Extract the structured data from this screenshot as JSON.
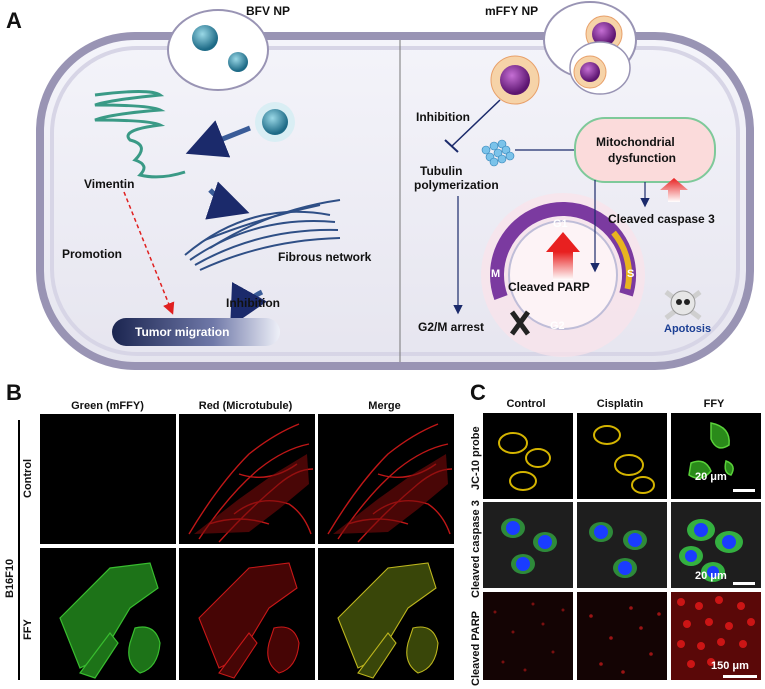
{
  "panel_a": {
    "letter": "A",
    "left_title": "BFV NP",
    "right_title": "mFFY NP",
    "vimentin": "Vimentin",
    "promotion": "Promotion",
    "fibrous_network": "Fibrous network",
    "inhibition_left": "Inhibition",
    "tumor_migration": "Tumor migration",
    "inhibition_right": "Inhibition",
    "tubulin_line1": "Tubulin",
    "tubulin_line2": "polymerization",
    "mito_line1": "Mitochondrial",
    "mito_line2": "dysfunction",
    "cleaved_caspase": "Cleaved caspase 3",
    "cleaved_parp": "Cleaved PARP",
    "g1": "G1",
    "g2": "G2",
    "m": "M",
    "s": "S",
    "g2m_arrest": "G2/M arrest",
    "apotosis": "Apotosis"
  },
  "panel_b": {
    "letter": "B",
    "columns": [
      "Green (mFFY)",
      "Red (Microtubule)",
      "Merge"
    ],
    "cell_line": "B16F10",
    "rows": [
      "Control",
      "FFY"
    ]
  },
  "panel_c": {
    "letter": "C",
    "columns": [
      "Control",
      "Cisplatin",
      "FFY"
    ],
    "rows": [
      "JC-10 probe",
      "Cleaved caspase 3",
      "Cleaved PARP"
    ],
    "scale_1": "20 μm",
    "scale_2": "20 μm",
    "scale_3": "150 μm"
  },
  "colors": {
    "cell_border": "#8a86a8",
    "nucleus_blue": "#1a3cff",
    "green_signal": "#3cc832",
    "red_signal": "#e01818",
    "yellow_signal": "#d4b400",
    "cycle_purple": "#7b3aa0",
    "apotosis_blue": "#1c3f94"
  }
}
